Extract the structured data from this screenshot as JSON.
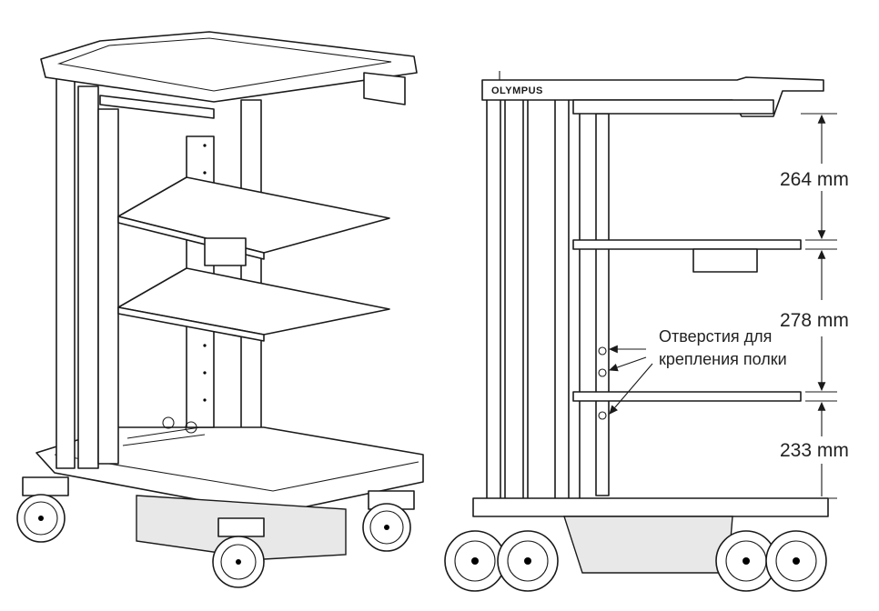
{
  "brand": "OLYMPUS",
  "dimensions": [
    "264 mm",
    "278 mm",
    "233 mm"
  ],
  "note": {
    "line1": "Отверстия для",
    "line2": "крепления полки"
  }
}
